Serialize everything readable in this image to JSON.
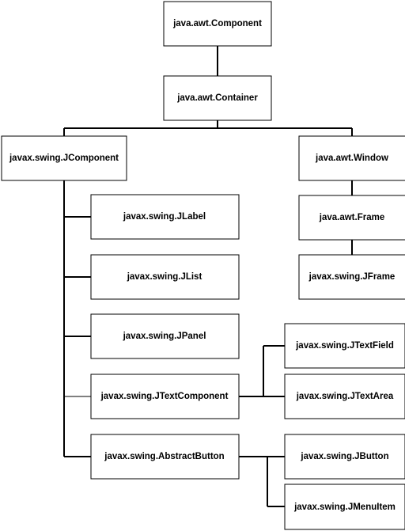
{
  "nodes": {
    "component": "java.awt.Component",
    "container": "java.awt.Container",
    "jcomponent": "javax.swing.JComponent",
    "window": "java.awt.Window",
    "frame": "java.awt.Frame",
    "jframe": "javax.swing.JFrame",
    "jlabel": "javax.swing.JLabel",
    "jlist": "javax.swing.JList",
    "jpanel": "javax.swing.JPanel",
    "jtextcomponent": "javax.swing.JTextComponent",
    "abstractbutton": "javax.swing.AbstractButton",
    "jtextfield": "javax.swing.JTextField",
    "jtextarea": "javax.swing.JTextArea",
    "jbutton": "javax.swing.JButton",
    "jmenuitem": "javax.swing.JMenuItem"
  },
  "edges": [
    {
      "from": "java.awt.Component",
      "to": "java.awt.Container"
    },
    {
      "from": "java.awt.Container",
      "to": "javax.swing.JComponent"
    },
    {
      "from": "java.awt.Container",
      "to": "java.awt.Window"
    },
    {
      "from": "java.awt.Window",
      "to": "java.awt.Frame"
    },
    {
      "from": "java.awt.Frame",
      "to": "javax.swing.JFrame"
    },
    {
      "from": "javax.swing.JComponent",
      "to": "javax.swing.JLabel"
    },
    {
      "from": "javax.swing.JComponent",
      "to": "javax.swing.JList"
    },
    {
      "from": "javax.swing.JComponent",
      "to": "javax.swing.JPanel"
    },
    {
      "from": "javax.swing.JComponent",
      "to": "javax.swing.JTextComponent"
    },
    {
      "from": "javax.swing.JComponent",
      "to": "javax.swing.AbstractButton"
    },
    {
      "from": "javax.swing.JTextComponent",
      "to": "javax.swing.JTextField"
    },
    {
      "from": "javax.swing.JTextComponent",
      "to": "javax.swing.JTextArea"
    },
    {
      "from": "javax.swing.AbstractButton",
      "to": "javax.swing.JButton"
    },
    {
      "from": "javax.swing.AbstractButton",
      "to": "javax.swing.JMenuItem"
    }
  ]
}
